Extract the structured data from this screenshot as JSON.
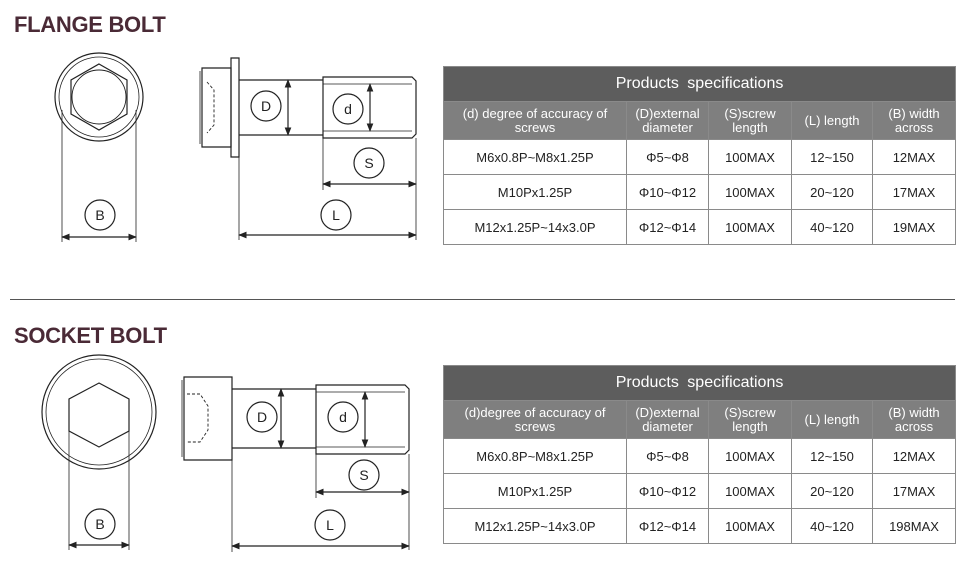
{
  "flange": {
    "title": "FLANGE BOLT",
    "dim_labels": {
      "D": "D",
      "d": "d",
      "S": "S",
      "L": "L",
      "B": "B"
    },
    "table": {
      "title": "Products  specifications",
      "headers": [
        "(d) degree of accuracy of screws",
        "(D)external diameter",
        "(S)screw length",
        "(L) length",
        "(B) width across"
      ],
      "rows": [
        [
          "M6x0.8P~M8x1.25P",
          "Φ5~Φ8",
          "100MAX",
          "12~150",
          "12MAX"
        ],
        [
          "M10Px1.25P",
          "Φ10~Φ12",
          "100MAX",
          "20~120",
          "17MAX"
        ],
        [
          "M12x1.25P~14x3.0P",
          "Φ12~Φ14",
          "100MAX",
          "40~120",
          "19MAX"
        ]
      ]
    }
  },
  "socket": {
    "title": "SOCKET BOLT",
    "dim_labels": {
      "D": "D",
      "d": "d",
      "S": "S",
      "L": "L",
      "B": "B"
    },
    "table": {
      "title": "Products  specifications",
      "headers": [
        "(d)degree of accuracy of screws",
        "(D)external diameter",
        "(S)screw length",
        "(L) length",
        "(B) width across"
      ],
      "rows": [
        [
          "M6x0.8P~M8x1.25P",
          "Φ5~Φ8",
          "100MAX",
          "12~150",
          "12MAX"
        ],
        [
          "M10Px1.25P",
          "Φ10~Φ12",
          "100MAX",
          "20~120",
          "17MAX"
        ],
        [
          "M12x1.25P~14x3.0P",
          "Φ12~Φ14",
          "100MAX",
          "40~120",
          "198MAX"
        ]
      ]
    }
  }
}
